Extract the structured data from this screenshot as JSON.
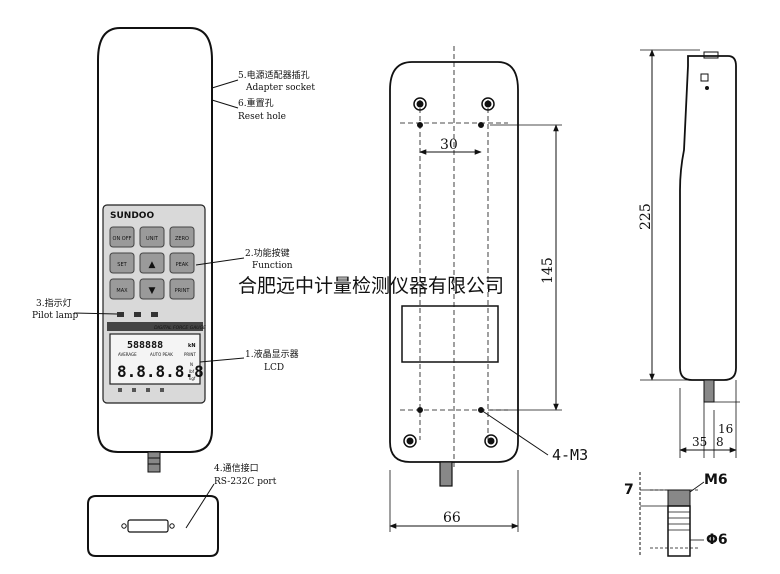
{
  "device": {
    "brand": "SUNDOO",
    "keys": [
      "ON OFF",
      "UNIT",
      "ZERO",
      "SET",
      "▲",
      "PEAK",
      "MAX",
      "▼",
      "PRINT"
    ],
    "lcd_header": "DIGITAL FORCE GAUGE",
    "lcd_top_digits": "588888",
    "lcd_unit_badge": "kN",
    "lcd_avg": "AVERAGE",
    "lcd_auto_peak": "AUTO PEAK",
    "lcd_print": "PRINT",
    "lcd_main_digits": "8.8.8.8.8",
    "lcd_units": [
      "N",
      "lbf",
      "kgf"
    ]
  },
  "callouts": {
    "adapter": {
      "cn": "5.电源适配器插孔",
      "en": "Adapter socket"
    },
    "reset": {
      "cn": "6.重置孔",
      "en": "Reset hole"
    },
    "function": {
      "cn": "2.功能按键",
      "en": "Function"
    },
    "pilot": {
      "cn": "3.指示灯",
      "en": "Pilot lamp"
    },
    "lcd": {
      "cn": "1.液晶显示器",
      "en": "LCD"
    },
    "comm": {
      "cn": "4.通信接口",
      "en": "RS-232C port"
    }
  },
  "dimensions": {
    "hole_spacing": "30",
    "hole_vertical": "145",
    "thread": "4-M3",
    "width": "66",
    "height": "225",
    "side_16": "16",
    "side_35": "35",
    "side_8": "8",
    "conn_7": "7",
    "conn_m6": "M6",
    "conn_phi6": "Φ6"
  },
  "watermark": "合肥远中计量检测仪器有限公司"
}
